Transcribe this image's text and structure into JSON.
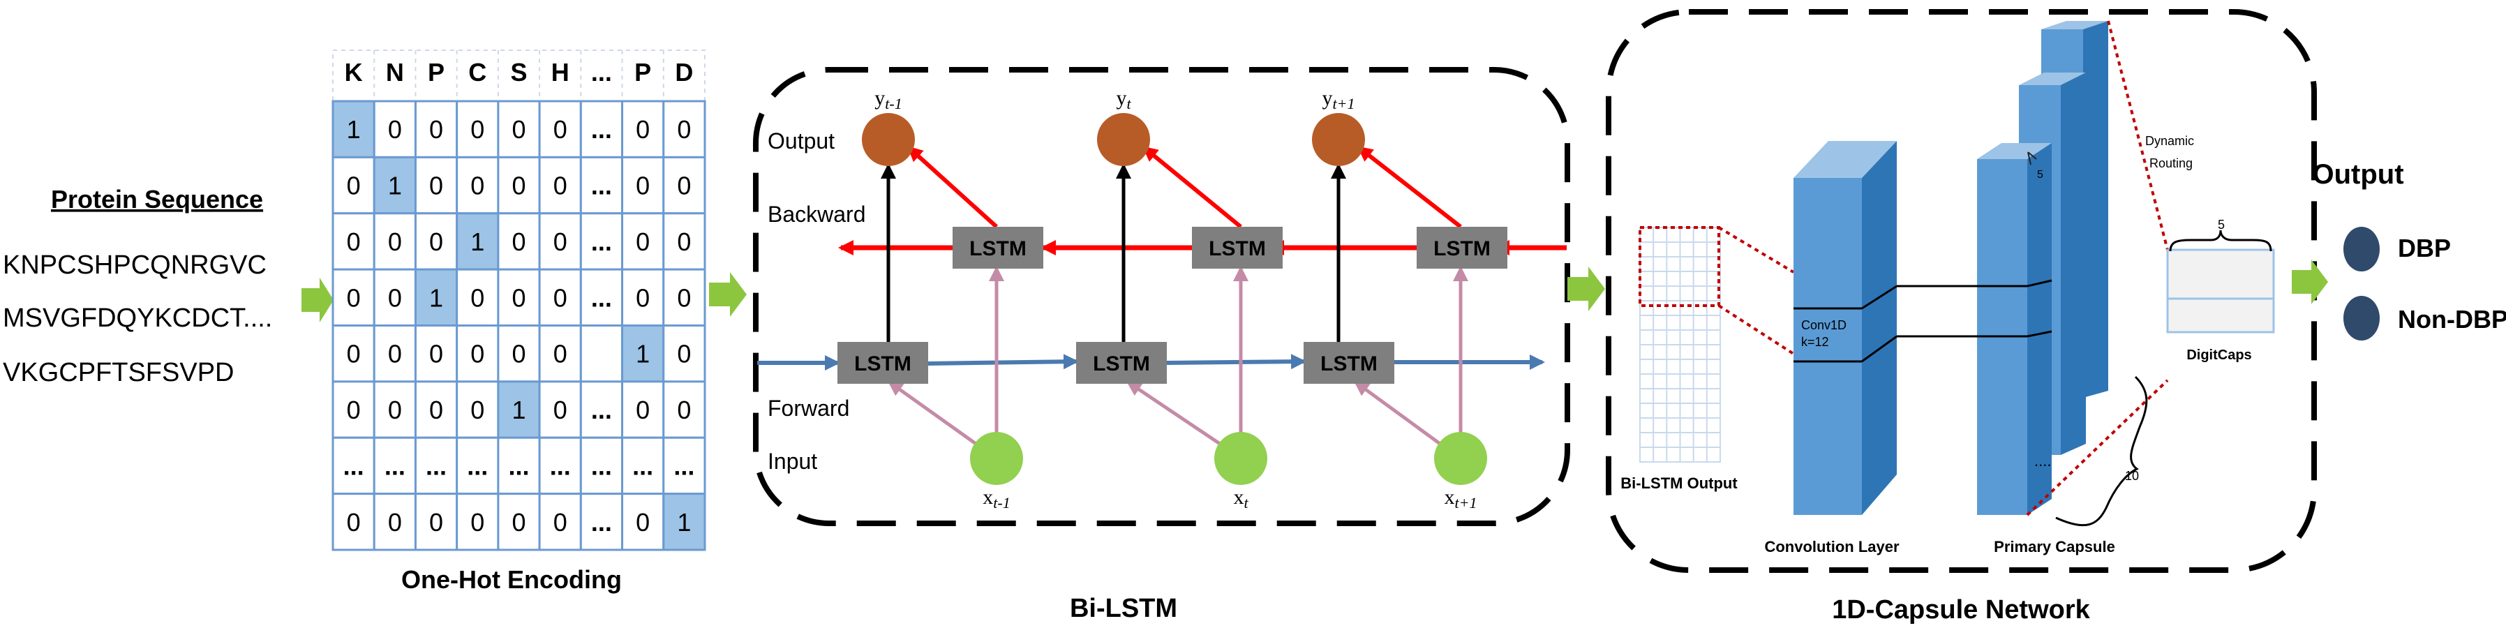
{
  "protein": {
    "title": "Protein Sequence",
    "sequences": [
      "KNPCSHPCQNRGVC",
      "MSVGFDQYKCDCT....",
      "VKGCPFTSFSVPD"
    ]
  },
  "onehot": {
    "headers": [
      "K",
      "N",
      "P",
      "C",
      "S",
      "H",
      "...",
      "P",
      "D"
    ],
    "rows": [
      [
        "1",
        "0",
        "0",
        "0",
        "0",
        "0",
        "...",
        "0",
        "0"
      ],
      [
        "0",
        "1",
        "0",
        "0",
        "0",
        "0",
        "...",
        "0",
        "0"
      ],
      [
        "0",
        "0",
        "0",
        "1",
        "0",
        "0",
        "...",
        "0",
        "0"
      ],
      [
        "0",
        "0",
        "1",
        "0",
        "0",
        "0",
        "...",
        "0",
        "0"
      ],
      [
        "0",
        "0",
        "0",
        "0",
        "0",
        "0",
        "",
        "1",
        "0"
      ],
      [
        "0",
        "0",
        "0",
        "0",
        "1",
        "0",
        "...",
        "0",
        "0"
      ],
      [
        "...",
        "...",
        "...",
        "...",
        "...",
        "...",
        "...",
        "...",
        "..."
      ],
      [
        "0",
        "0",
        "0",
        "0",
        "0",
        "0",
        "...",
        "0",
        "1"
      ]
    ],
    "caption": "One-Hot Encoding",
    "highlight_color": "#9dc3e6"
  },
  "bilstm": {
    "row_labels": {
      "output": "Output",
      "backward": "Backward",
      "forward": "Forward",
      "input": "Input"
    },
    "lstm_label": "LSTM",
    "outputs": [
      "y",
      "y",
      "y"
    ],
    "output_subs": [
      "t-1",
      "t",
      "t+1"
    ],
    "inputs": [
      "x",
      "x",
      "x"
    ],
    "input_subs": [
      "t-1",
      "t",
      "t+1"
    ],
    "caption": "Bi-LSTM",
    "colors": {
      "lstm": "#7f7f7f",
      "output_node": "#b85c27",
      "input_node": "#92d050",
      "forward": "#4a7ab0",
      "backward": "#ff0000",
      "input_link": "#c48ba7"
    }
  },
  "capsule": {
    "bilstm_output_label": "Bi-LSTM Output",
    "conv_label_1": "Conv1D",
    "conv_label_2": "k=12",
    "conv_caption": "Convolution Layer",
    "primary_caption": "Primary Capsule",
    "dynamic_1": "Dynamic",
    "dynamic_2": "Routing",
    "five": "5",
    "ten": "10",
    "digitcaps": "DigitCaps",
    "caption": "1D-Capsule Network",
    "colors": {
      "box_front": "#5b9bd5",
      "box_side": "#2e75b6",
      "box_top": "#9dc3e6"
    }
  },
  "output": {
    "title": "Output",
    "classes": [
      "DBP",
      "Non-DBP"
    ],
    "node_color": "#2f4a6a"
  },
  "arrow_color": "#8cc63f"
}
